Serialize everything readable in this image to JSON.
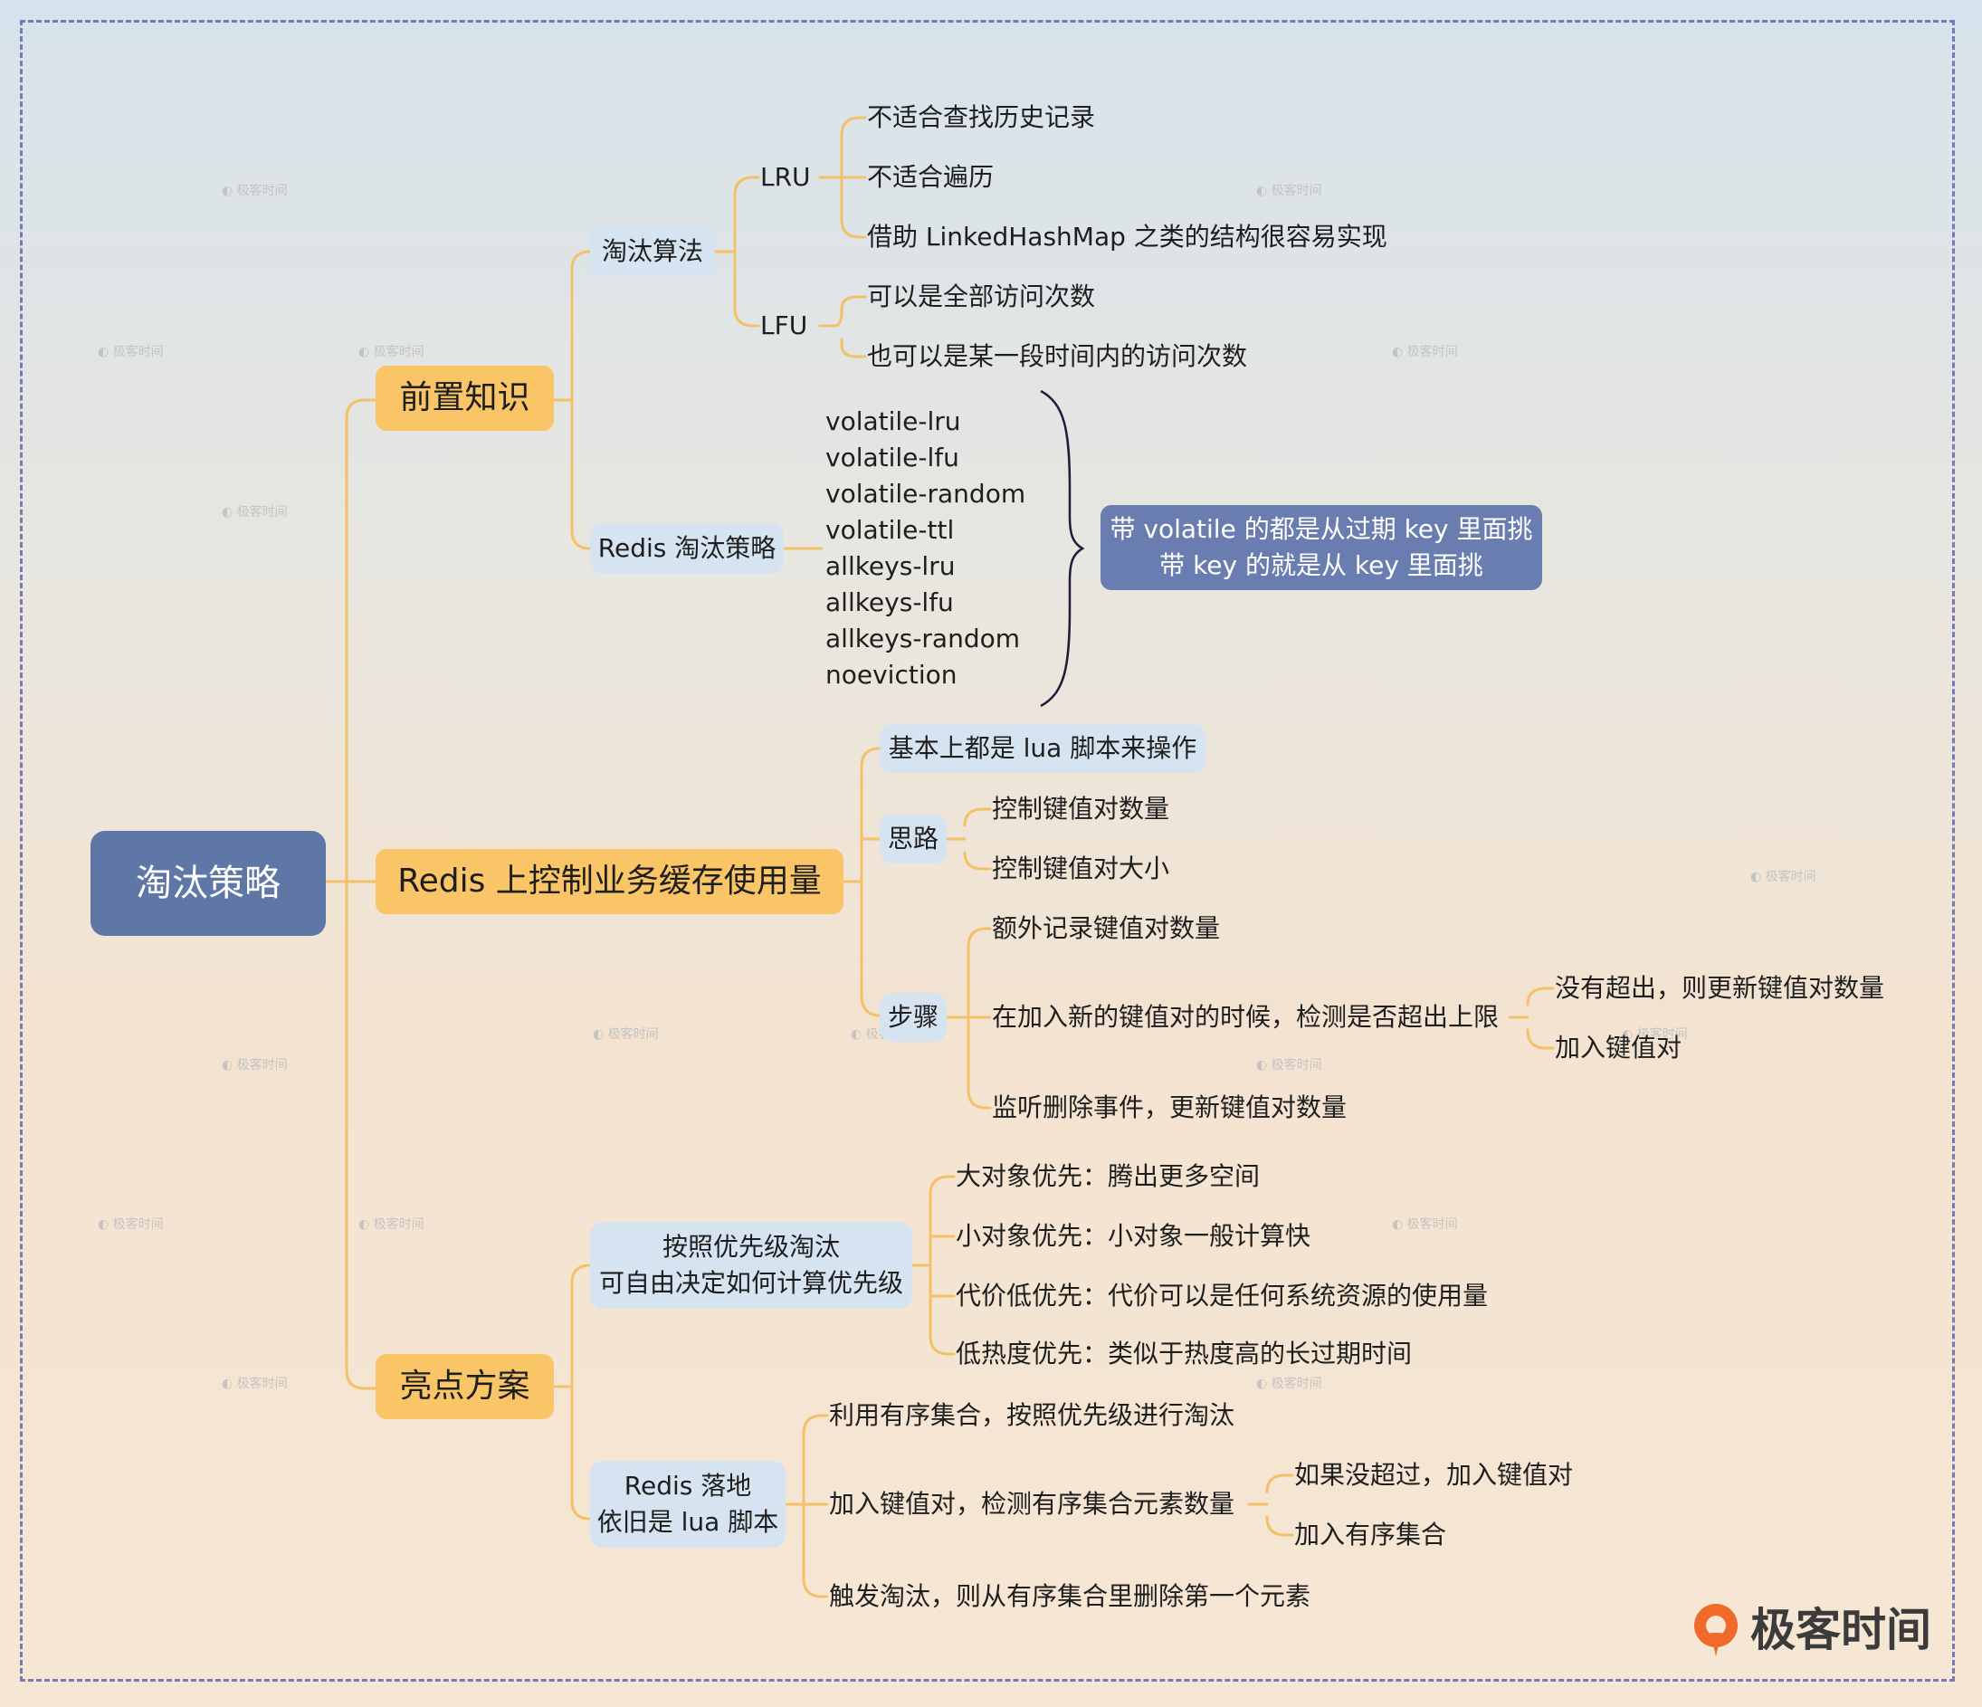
{
  "mindmap": {
    "root": "淘汰策略",
    "branches": {
      "prior_knowledge": {
        "label": "前置知识",
        "eviction_algorithms": {
          "label": "淘汰算法",
          "lru": {
            "label": "LRU",
            "items": [
              "不适合查找历史记录",
              "不适合遍历",
              "借助 LinkedHashMap 之类的结构很容易实现"
            ]
          },
          "lfu": {
            "label": "LFU",
            "items": [
              "可以是全部访问次数",
              "也可以是某一段时间内的访问次数"
            ]
          }
        },
        "redis_policies": {
          "label": "Redis 淘汰策略",
          "items": [
            "volatile-lru",
            "volatile-lfu",
            "volatile-random",
            "volatile-ttl",
            "allkeys-lru",
            "allkeys-lfu",
            "allkeys-random",
            "noeviction"
          ],
          "note_lines": [
            "带 volatile 的都是从过期 key 里面挑",
            "带 key 的就是从 key 里面挑"
          ]
        }
      },
      "redis_usage": {
        "label": "Redis 上控制业务缓存使用量",
        "basic": "基本上都是 lua 脚本来操作",
        "idea": {
          "label": "思路",
          "items": [
            "控制键值对数量",
            "控制键值对大小"
          ]
        },
        "steps": {
          "label": "步骤",
          "item1": "额外记录键值对数量",
          "item2": {
            "label": "在加入新的键值对的时候，检测是否超出上限",
            "items": [
              "没有超出，则更新键值对数量",
              "加入键值对"
            ]
          },
          "item3": "监听删除事件，更新键值对数量"
        }
      },
      "highlights": {
        "label": "亮点方案",
        "priority": {
          "lines": [
            "按照优先级淘汰",
            "可自由决定如何计算优先级"
          ],
          "items": [
            "大对象优先：腾出更多空间",
            "小对象优先：小对象一般计算快",
            "代价低优先：代价可以是任何系统资源的使用量",
            "低热度优先：类似于热度高的长过期时间"
          ]
        },
        "redis_impl": {
          "lines": [
            "Redis 落地",
            "依旧是 lua 脚本"
          ],
          "item1": "利用有序集合，按照优先级进行淘汰",
          "item2": {
            "label": "加入键值对，检测有序集合元素数量",
            "items": [
              "如果没超过，加入键值对",
              "加入有序集合"
            ]
          },
          "item3": "触发淘汰，则从有序集合里删除第一个元素"
        }
      }
    }
  },
  "brand": {
    "name": "极客时间",
    "watermark": "极客时间"
  },
  "colors": {
    "link": "#f3c16a",
    "root": "#5f77a7",
    "note": "#6a7db0",
    "pill_blue": "#d6e4f1",
    "pill_yellow": "#f9c566",
    "frame": "#7b78b8"
  }
}
